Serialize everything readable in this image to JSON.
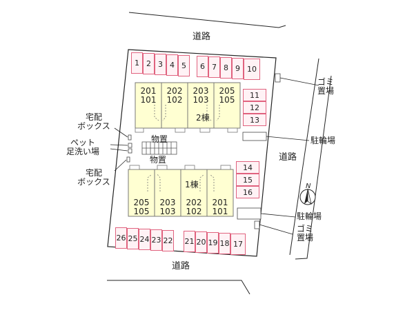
{
  "roads": {
    "north": "道路",
    "south": "道路",
    "east": "道路"
  },
  "facilities": {
    "garbage_top": [
      "ゴミ",
      "置場"
    ],
    "garbage_bottom": [
      "ゴミ",
      "置場"
    ],
    "bike_top": "駐輪場",
    "bike_bottom": "駐輪場",
    "delivery_top": [
      "宅配",
      "ボックス"
    ],
    "delivery_bottom": [
      "宅配",
      "ボックス"
    ],
    "pet_wash": [
      "ペット",
      "足洗い場"
    ],
    "storage_top": "物置",
    "storage_bottom": "物置"
  },
  "building2": {
    "label": "2棟",
    "units": [
      {
        "upper": "201",
        "lower": "101"
      },
      {
        "upper": "202",
        "lower": "102"
      },
      {
        "upper": "203",
        "lower": "103"
      },
      {
        "upper": "205",
        "lower": "105"
      }
    ]
  },
  "building1": {
    "label": "1棟",
    "units": [
      {
        "upper": "205",
        "lower": "105"
      },
      {
        "upper": "203",
        "lower": "103"
      },
      {
        "upper": "202",
        "lower": "102"
      },
      {
        "upper": "201",
        "lower": "101"
      }
    ]
  },
  "parking": {
    "top_row": [
      "1",
      "2",
      "3",
      "4",
      "5",
      "6",
      "7",
      "8",
      "9",
      "10"
    ],
    "right_upper": [
      "11",
      "12",
      "13"
    ],
    "right_lower": [
      "14",
      "15",
      "16"
    ],
    "bottom_row": [
      "26",
      "25",
      "24",
      "23",
      "22",
      "21",
      "20",
      "19",
      "18",
      "17"
    ]
  },
  "compass": {
    "north": "N"
  },
  "colors": {
    "parking_border": "#e0627e",
    "parking_fill": "#fff2f5",
    "building_fill": "#ffffd2",
    "lot_fill": "#ffffff",
    "line": "#222222"
  }
}
